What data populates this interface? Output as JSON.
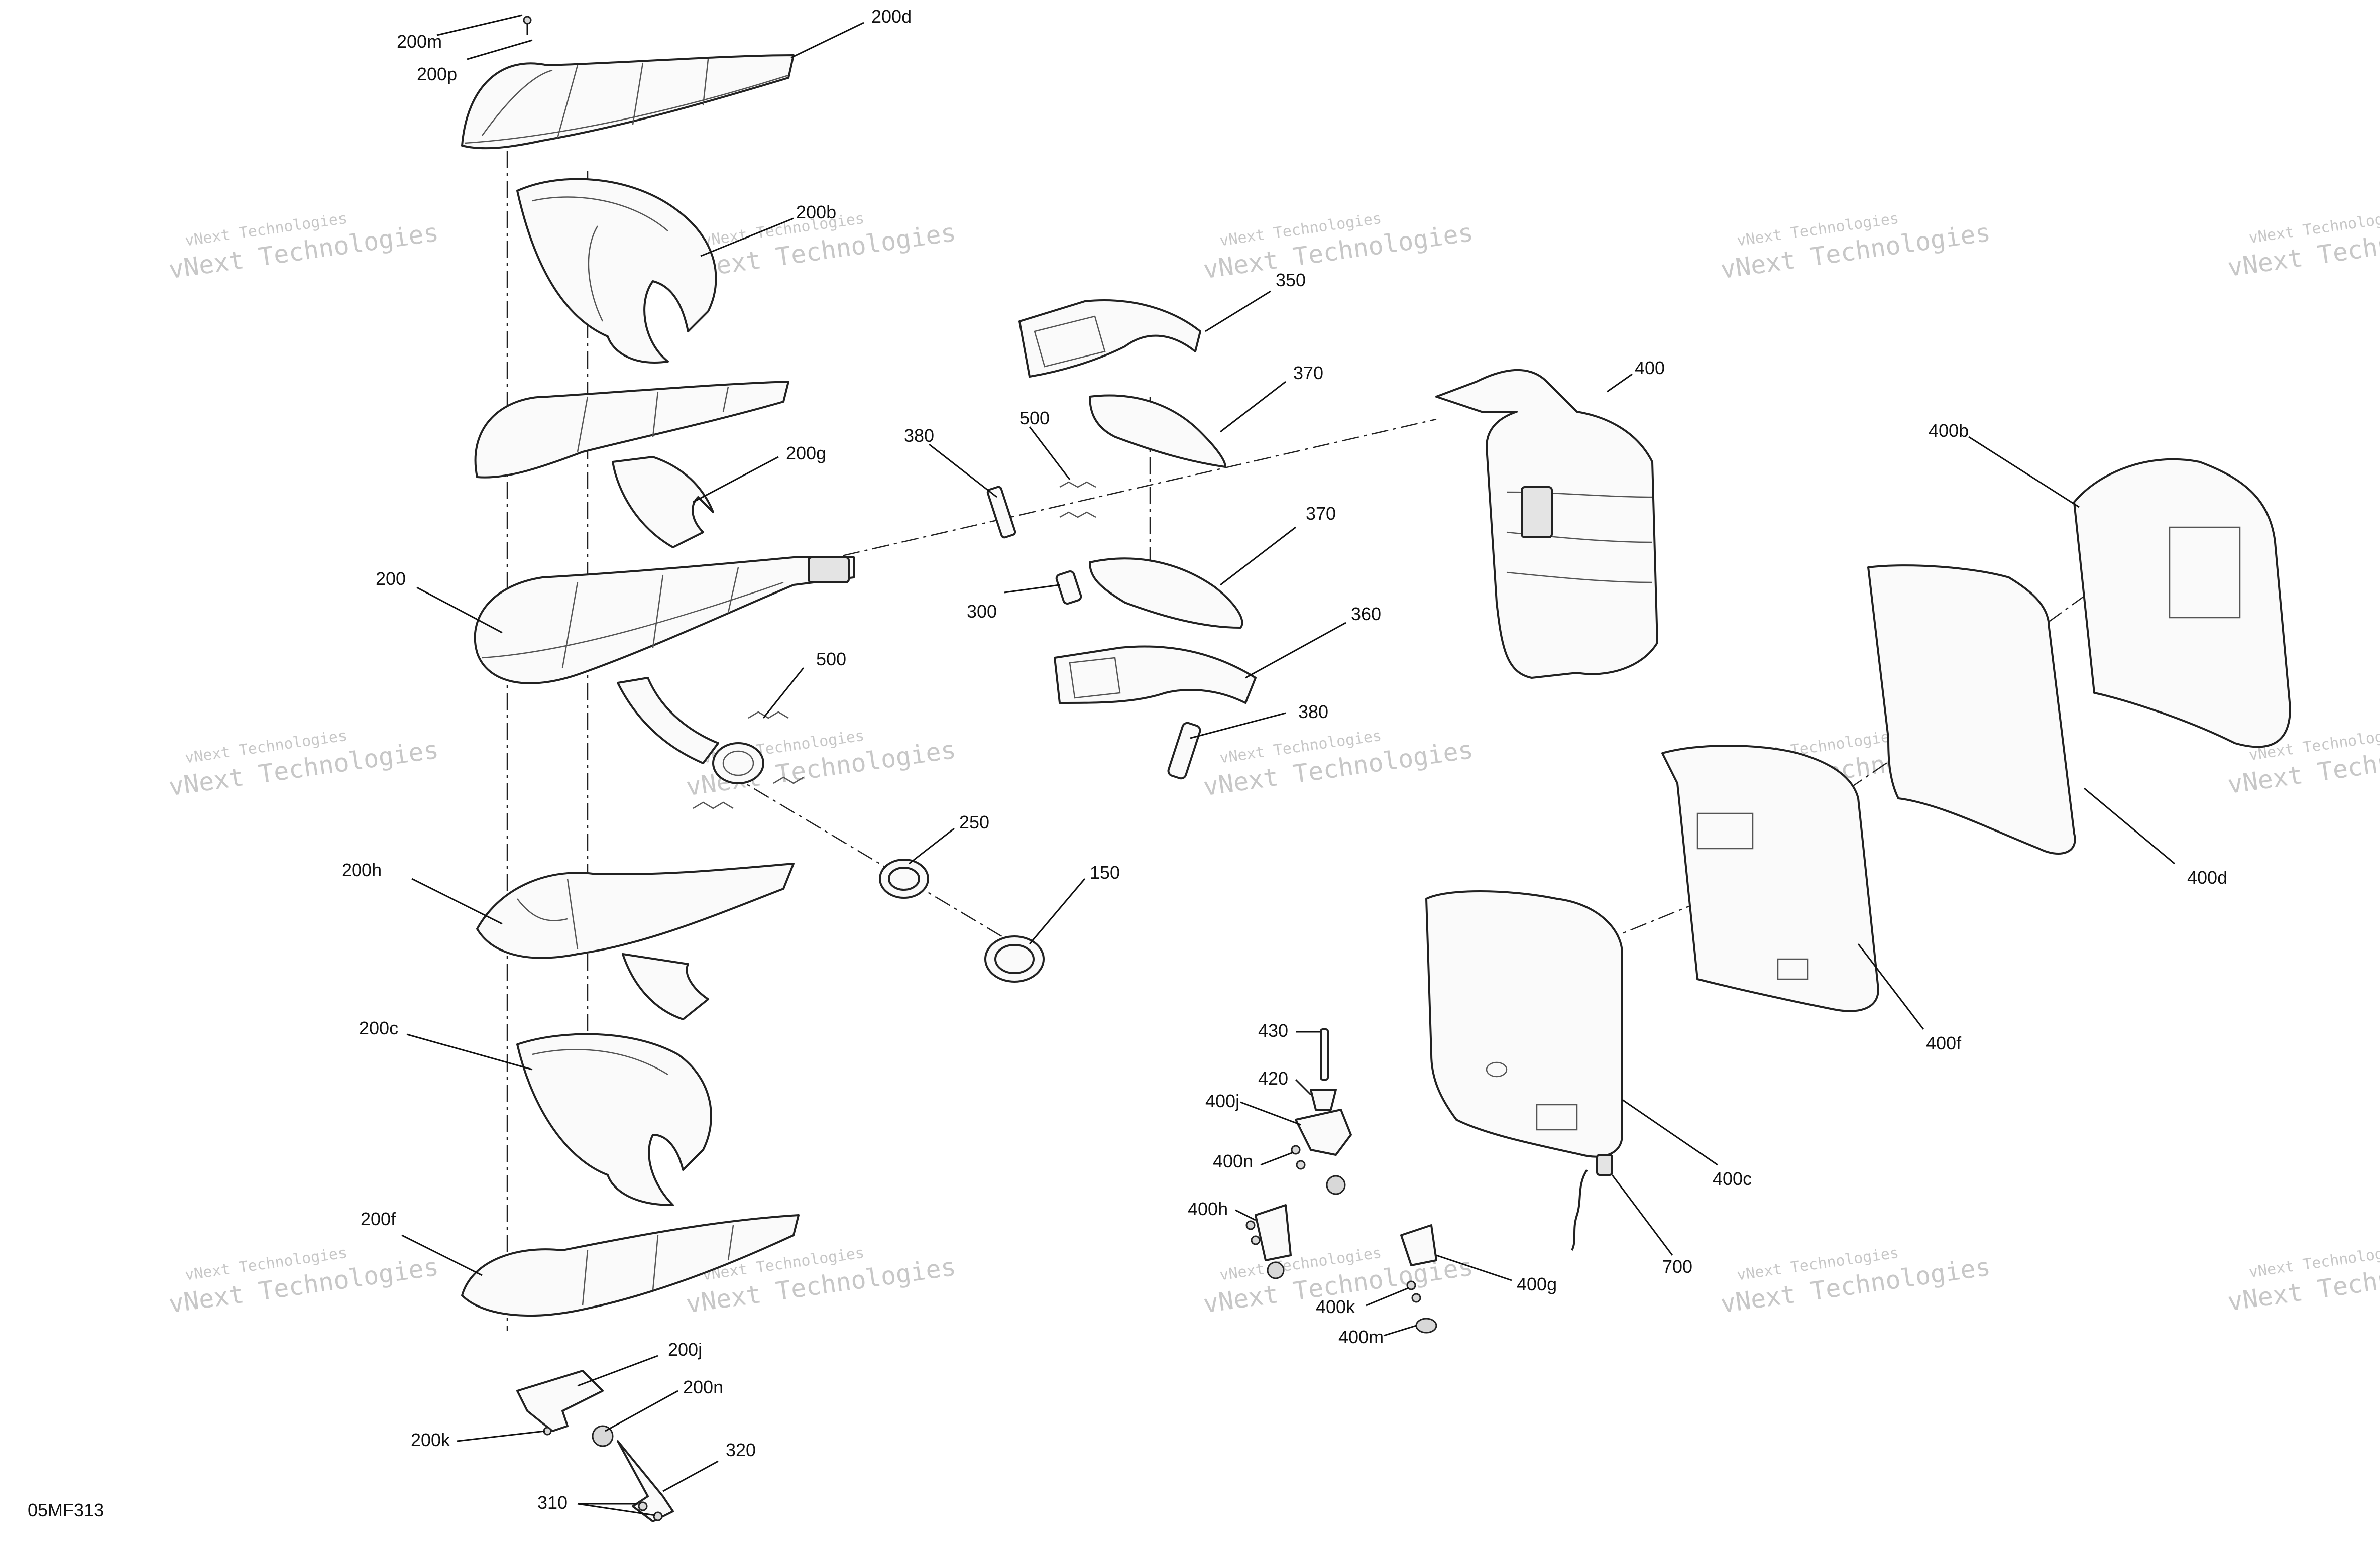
{
  "diagram_code": "05MF313",
  "watermark": {
    "line1": "vNext Technologies",
    "line2": "vNext Technologies"
  },
  "labels": {
    "l200m": "200m",
    "l200p": "200p",
    "l200d": "200d",
    "l200b": "200b",
    "l200g": "200g",
    "l200": "200",
    "l500a": "500",
    "l500b": "500",
    "l250": "250",
    "l150": "150",
    "l200h": "200h",
    "l200c": "200c",
    "l200f": "200f",
    "l200j": "200j",
    "l200n": "200n",
    "l200k": "200k",
    "l320": "320",
    "l310": "310",
    "l350": "350",
    "l370a": "370",
    "l370b": "370",
    "l380a": "380",
    "l380b": "380",
    "l300": "300",
    "l360": "360",
    "l400": "400",
    "l400b": "400b",
    "l400d": "400d",
    "l400f": "400f",
    "l400c": "400c",
    "l430": "430",
    "l420": "420",
    "l400j": "400j",
    "l400n": "400n",
    "l400h": "400h",
    "l400g": "400g",
    "l400k": "400k",
    "l400m": "400m",
    "l700": "700"
  }
}
